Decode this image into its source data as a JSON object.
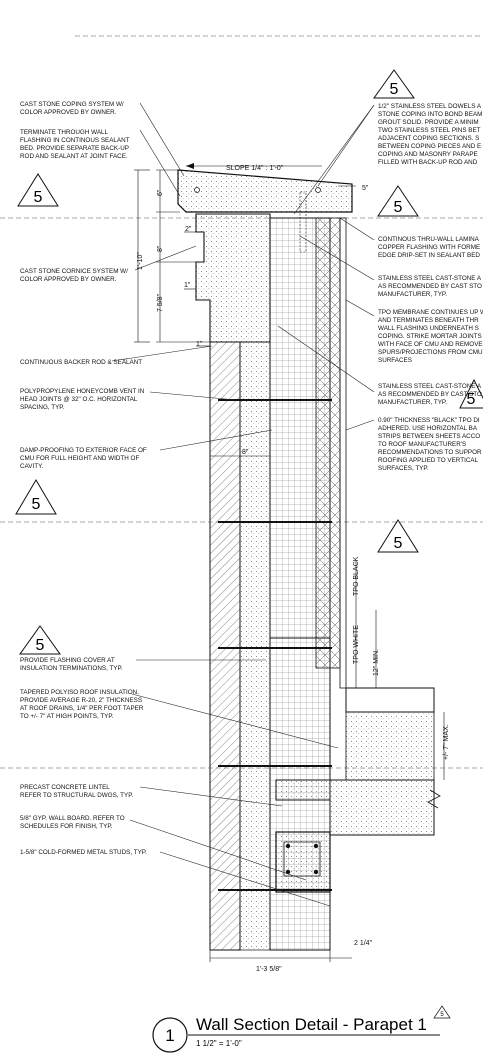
{
  "left_notes": [
    [
      "CAST STONE COPING SYSTEM W/",
      "COLOR APPROVED BY OWNER."
    ],
    [
      "TERMINATE THROUGH WALL",
      "FLASHING IN CONTINOUS SEALANT",
      "BED.  PROVIDE SEPARATE BACK-UP",
      "ROD AND SEALANT AT JOINT FACE."
    ],
    [
      "CAST STONE CORNICE SYSTEM W/",
      "COLOR APPROVED BY OWNER."
    ],
    [
      "CONTINUOUS BACKER ROD & SEALANT"
    ],
    [
      "POLYPROPYLENE HONEYCOMB VENT IN",
      "HEAD JOINTS @ 32\" O.C. HORIZONTAL",
      "SPACING, TYP."
    ],
    [
      "DAMP-PROOFING TO EXTERIOR FACE OF",
      "CMU FOR FULL HEIGHT AND WIDTH OF",
      "CAVITY."
    ],
    [
      "PROVIDE FLASHING COVER AT",
      "INSULATION TERMINATIONS, TYP."
    ],
    [
      "TAPERED POLYISO ROOF INSULATION.",
      "PROVIDE AVERAGE R-20, 2\" THICKNESS",
      "AT ROOF DRAINS, 1/4\" PER FOOT TAPER",
      "TO +/- 7\" AT HIGH POINTS, TYP."
    ],
    [
      "PRECAST CONCRETE LINTEL",
      "REFER TO STRUCTURAL DWGS, TYP."
    ],
    [
      "5/8\" GYP. WALL BOARD.  REFER TO",
      "SCHEDULES FOR FINISH, TYP."
    ],
    [
      "1-5/8\" COLD-FORMED METAL STUDS, TYP."
    ]
  ],
  "right_notes": [
    [
      "1/2\" STAINLESS STEEL DOWELS A",
      "STONE COPING INTO BOND BEAM",
      "GROUT SOLID.  PROVIDE A MINIM",
      "TWO STAINLESS STEEL PINS BET",
      "ADJACENT COPING SECTIONS.  S",
      "BETWEEN COPING PIECES AND E",
      "COPING AND MASONRY PARAPE",
      "FILLED WITH BACK-UP ROD AND"
    ],
    [
      "CONTINOUS THRU-WALL LAMINA",
      "COPPER FLASHING WITH FORME",
      "EDGE DRIP-SET IN SEALANT BED"
    ],
    [
      "STAINLESS STEEL CAST-STONE A",
      "AS RECOMMENDED BY CAST STO",
      "MANUFACTURER, TYP."
    ],
    [
      "TPO MEMBRANE CONTINUES UP W",
      "AND TERMINATES  BENEATH THR",
      "WALL FLASHING UNDERNEATH S",
      "COPING.  STRIKE MORTAR JOINTS",
      "WITH FACE OF CMU AND REMOVE",
      "SPURS/PROJECTIONS FROM CMU",
      "SURFACES"
    ],
    [
      "STAINLESS STEEL CAST-STONE A",
      "AS RECOMMENDED BY CAST STO",
      "MANUFACTURER, TYP."
    ],
    [
      "0.90\" THICKNESS \"BLACK\" TPO DI",
      "ADHERED.  USE HORIZONTAL BA",
      "STRIPS BETWEEN SHEETS ACCO",
      "TO ROOF MANUFACTURER'S",
      "RECOMMENDATIONS TO SUPPOR",
      "ROOFING APPLIED TO VERTICAL",
      "SURFACES, TYP."
    ]
  ],
  "dimensions": {
    "slope": "SLOPE 1/4\" : 1'-0\"",
    "d6": "6\"",
    "d5": "5\"",
    "d2": "2\"",
    "d8a": "8\"",
    "d1": "1\"",
    "d1b": "1\"",
    "d110": "1'-10\"",
    "d758": "7 5/8\"",
    "d8b": "8\"",
    "tpo_black": "TPO BLACK",
    "tpo_white": "TPO WHITE",
    "d12min": "12\" MIN.",
    "d7max": "+/- 7\" MAX.",
    "d1358": "1'-3 5/8\"",
    "d214": "2 1/4\""
  },
  "triangle_tag": "5",
  "title": {
    "number": "1",
    "text": "Wall Section Detail - Parapet 1",
    "scale": "1 1/2\" = 1'-0\"",
    "rev": "5"
  }
}
